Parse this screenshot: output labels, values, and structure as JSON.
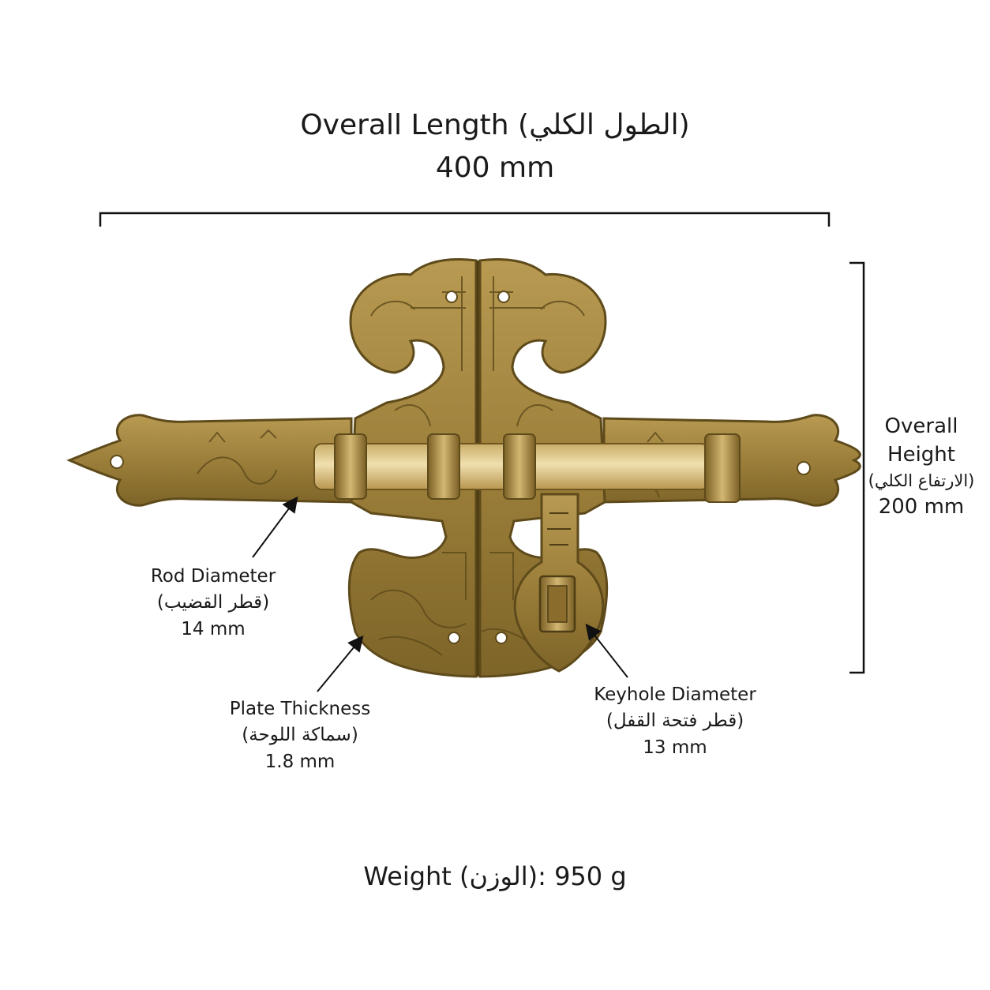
{
  "length": {
    "label": "Overall Length (الطول الكلي)",
    "value": "400 mm"
  },
  "height": {
    "label_line1": "Overall",
    "label_line2": "Height",
    "label_ar": "(الارتفاع الكلي)",
    "value": "200 mm"
  },
  "rod": {
    "label": "Rod Diameter",
    "label_ar": "(قطر القضيب)",
    "value": "14 mm"
  },
  "plate": {
    "label": "Plate Thickness",
    "label_ar": "(سماكة اللوحة)",
    "value": "1.8 mm"
  },
  "keyhole": {
    "label": "Keyhole Diameter",
    "label_ar": "(قطر فتحة القفل)",
    "value": "13 mm"
  },
  "weight": {
    "text": "Weight (الوزن): 950 g"
  },
  "colors": {
    "brass": "#a8893f",
    "brass_dark": "#6e5520",
    "brass_light": "#c9ad68",
    "rod": "#dcc58a",
    "text": "#1a1a1a"
  }
}
